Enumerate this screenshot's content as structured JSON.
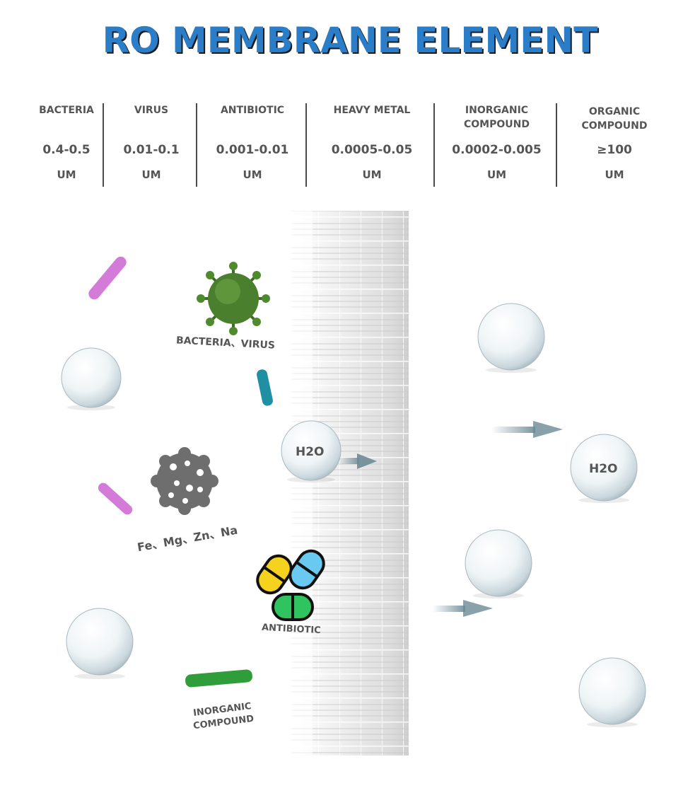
{
  "title": "RO MEMBRANE ELEMENT",
  "table": {
    "columns": [
      {
        "name": "BACTERIA",
        "value": "0.4-0.5",
        "unit": "UM"
      },
      {
        "name": "VIRUS",
        "value": "0.01-0.1",
        "unit": "UM"
      },
      {
        "name": "ANTIBIOTIC",
        "value": "0.001-0.01",
        "unit": "UM"
      },
      {
        "name": "HEAVY METAL",
        "value": "0.0005-0.05",
        "unit": "UM"
      },
      {
        "name": "INORGANIC COMPOUND",
        "value": "0.0002-0.005",
        "unit": "UM"
      },
      {
        "name": "ORGANIC COMPOUND",
        "value": "≥100",
        "unit": "UM"
      }
    ]
  },
  "labels": {
    "bacteria_virus": "BACTERIA、VIRUS",
    "metals": "Fe、Mg、Zn、Na",
    "antibiotic": "ANTIBIOTIC",
    "inorganic_line1": "INORGANIC",
    "inorganic_line2": "COMPOUND",
    "h2o_left": "H2O",
    "h2o_right": "H2O"
  }
}
